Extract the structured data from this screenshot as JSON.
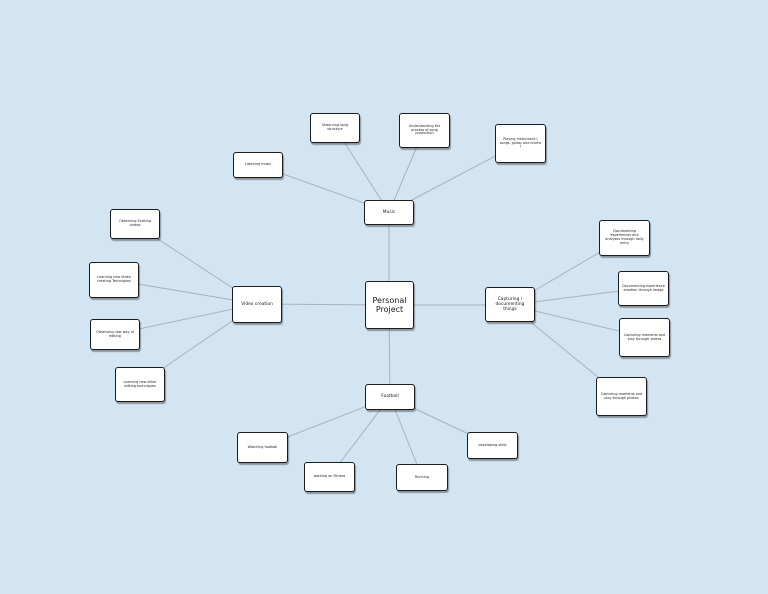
{
  "mindmap": {
    "center": {
      "label": "Personal Project"
    },
    "branches": {
      "music": {
        "label": "Music",
        "children": {
          "listening": {
            "label": "Listening music"
          },
          "observing": {
            "label": "Observing song structure"
          },
          "understanding": {
            "label": "Understanding the process of song production"
          },
          "playing": {
            "label": "Playing Instrument ( songs, guitar and drums )"
          }
        }
      },
      "video": {
        "label": "Video creation",
        "children": {
          "existing": {
            "label": "Observing Existing videos"
          },
          "techniques": {
            "label": "Learning new Video creating Techniques"
          },
          "editing": {
            "label": "Observing new way of editing"
          },
          "other": {
            "label": "Learning new other editing techniques"
          }
        }
      },
      "capturing": {
        "label": "Capturing / documenting things",
        "children": {
          "experiences": {
            "label": "Documenting experiences and analyses through daily entry"
          },
          "emotion": {
            "label": "Documenting experience emotion through image"
          },
          "video": {
            "label": "Capturing moments and play through videos"
          },
          "photos": {
            "label": "Capturing moments and play through photos"
          }
        }
      },
      "football": {
        "label": "Football",
        "children": {
          "watching": {
            "label": "Watching football"
          },
          "fitness": {
            "label": "working on Fitness"
          },
          "running": {
            "label": "Running"
          },
          "skills": {
            "label": "developing skills"
          }
        }
      }
    }
  }
}
